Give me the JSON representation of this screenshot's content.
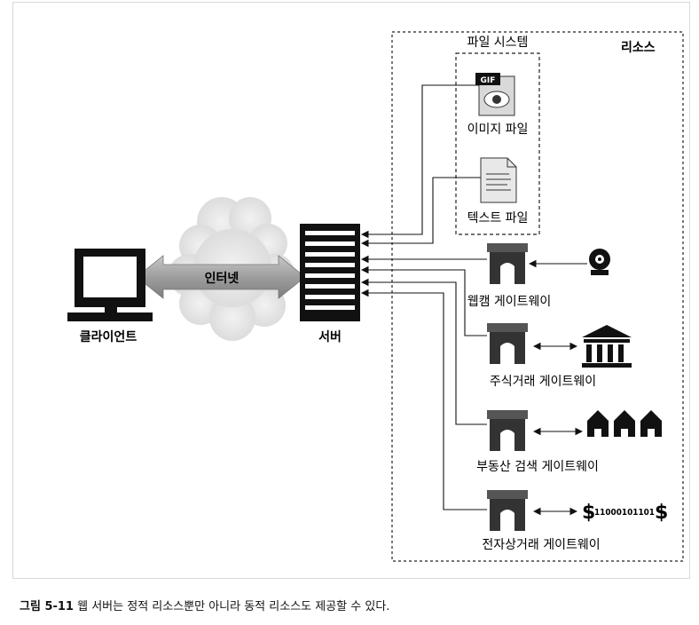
{
  "labels": {
    "client": "클라이언트",
    "internet": "인터넷",
    "server": "서버",
    "resources": "리소스",
    "filesystem": "파일 시스템",
    "gif_badge": "GIF",
    "image_file": "이미지 파일",
    "text_file": "텍스트 파일",
    "webcam_gateway": "웹캠 게이트웨이",
    "stock_gateway": "주식거래 게이트웨이",
    "realestate_gateway": "부동산 검색 게이트웨이",
    "ecommerce_gateway": "전자상거래 게이트웨이",
    "binary_text": "11000101101",
    "dollar": "$"
  },
  "caption": {
    "label": "그림 5-11",
    "text": "웹 서버는 정적 리소스뿐만 아니라 동적 리소스도 제공할 수 있다."
  }
}
